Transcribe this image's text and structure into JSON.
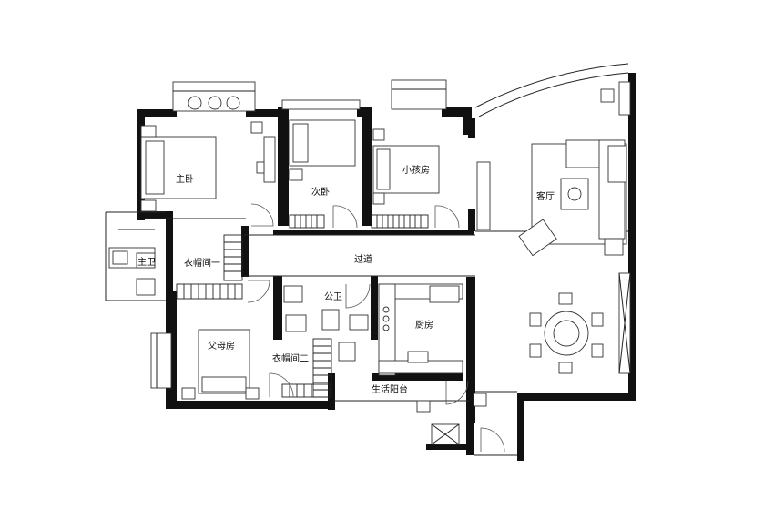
{
  "floorplan": {
    "rooms": {
      "master_bedroom": "主卧",
      "second_bedroom": "次卧",
      "kids_room": "小孩房",
      "living_room": "客厅",
      "master_bath": "主卫",
      "closet_one": "衣帽间一",
      "corridor": "过道",
      "public_bath": "公卫",
      "kitchen": "厨房",
      "parents_room": "父母房",
      "closet_two": "衣帽间二",
      "service_balcony": "生活阳台"
    }
  }
}
